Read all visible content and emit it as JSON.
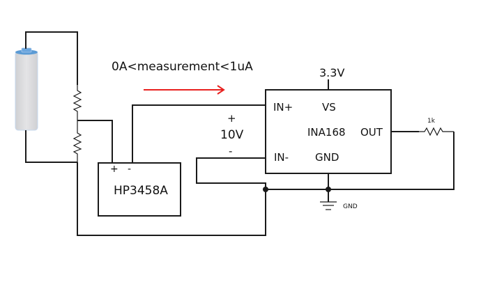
{
  "diagram": {
    "measurement_label": "0A<measurement<1uA",
    "current_arrow_color": "#e8201e",
    "battery": {
      "icon": "battery-icon",
      "cap_color": "#5b9bd5",
      "body_color": "#dcdcde"
    },
    "dmm": {
      "name": "HP3458A",
      "plus": "+",
      "minus": "-"
    },
    "source": {
      "plus": "+",
      "voltage": "10V",
      "minus": "-"
    },
    "ina": {
      "name": "INA168",
      "pins": {
        "in_plus": "IN+",
        "in_minus": "IN-",
        "vs": "VS",
        "gnd": "GND",
        "out": "OUT"
      },
      "supply": "3.3V"
    },
    "output_resistor": "1k",
    "ground_label": "GND"
  }
}
